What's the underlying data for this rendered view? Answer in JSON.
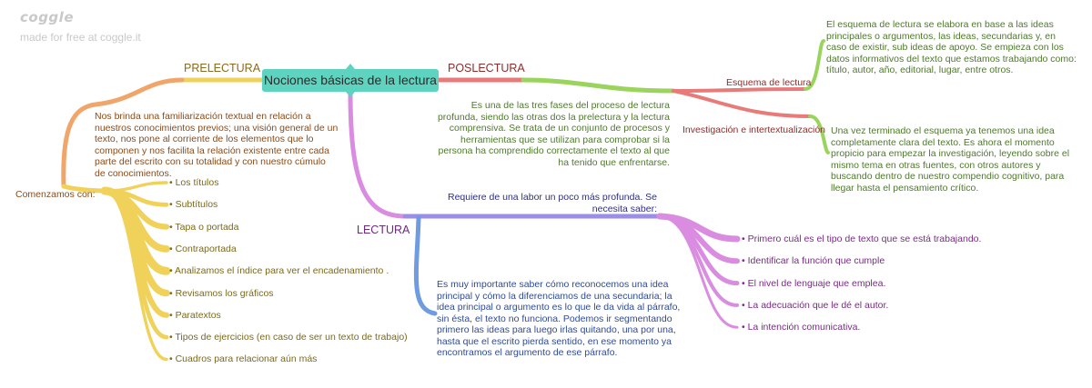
{
  "branding": {
    "logo": "coggle",
    "tagline": "made for free at coggle.it"
  },
  "center": {
    "label": "Nociones básicas de la lectura"
  },
  "prelectura": {
    "heading": "PRELECTURA",
    "description": "Nos brinda una familiarización textual en relación a nuestros conocimientos previos; una visión general de un texto, nos pone al corriente de los elementos que lo componen y nos facilita la relación existente entre cada parte del escrito con su totalidad y con nuestro cúmulo de conocimientos.",
    "start_label": "Comenzamos con:",
    "items": [
      "• Los títulos",
      "• Subtítulos",
      "• Tapa o portada",
      "• Contraportada",
      "• Analizamos el índice para ver el encadenamiento .",
      "• Revisamos los gráficos",
      "• Paratextos",
      "• Tipos de ejercicios (en caso de ser un texto de trabajo)",
      "• Cuadros para relacionar aún más"
    ]
  },
  "poslectura": {
    "heading": "POSLECTURA",
    "description": "Es una de las tres fases del proceso de lectura profunda, siendo las otras dos la prelectura y la lectura comprensiva. Se trata de un conjunto de procesos y herramientas que se utilizan para comprobar si la persona ha comprendido correctamente el texto al que ha tenido que enfrentarse.",
    "esquema": {
      "label": "Esquema de lectura",
      "detail": "El esquema de lectura se elabora en base a las ideas principales o argumentos, las ideas, secundarias y, en caso de existir, sub ideas de apoyo. Se empieza con los datos informativos del texto que estamos trabajando como: título, autor, año, editorial, lugar, entre otros."
    },
    "investigacion": {
      "label": "Investigación e intertextualización",
      "detail": "Una vez terminado el esquema ya tenemos una idea completamente clara del texto. Es ahora el momento propicio para empezar la investigación, leyendo sobre el mismo tema en otras fuentes, con otros autores y buscando dentro de nuestro compendio cognitivo, para llegar hasta el pensamiento crítico."
    }
  },
  "lectura": {
    "heading": "LECTURA",
    "requirement": "Requiere de una labor un poco más profunda. Se necesita saber:",
    "items": [
      "• Primero cuál es el tipo de texto que se está trabajando.",
      "• Identificar la función que cumple",
      "• El nivel de lenguaje que emplea.",
      "• La adecuación que le dé el autor.",
      "• La intención comunicativa."
    ],
    "note": "Es muy importante saber cómo reconocemos una idea principal y cómo la diferenciamos de una secundaria; la idea principal o argumento es lo que le da vida al párrafo, sin ésta, el texto no funciona. Podemos ir segmentando primero las ideas para luego irlas quitando, una por una, hasta que el escrito pierda sentido, en ese momento ya encontramos el argumento de ese párrafo."
  },
  "colors": {
    "center": "#5ed3bf",
    "prelectura": "#f0a56b",
    "prelectura_items": "#f0d25a",
    "poslectura": "#e87a7a",
    "esquema": "#9ad45c",
    "lectura": "#d98ce0",
    "requirement": "#9a8ee6",
    "note": "#6f9be0"
  }
}
